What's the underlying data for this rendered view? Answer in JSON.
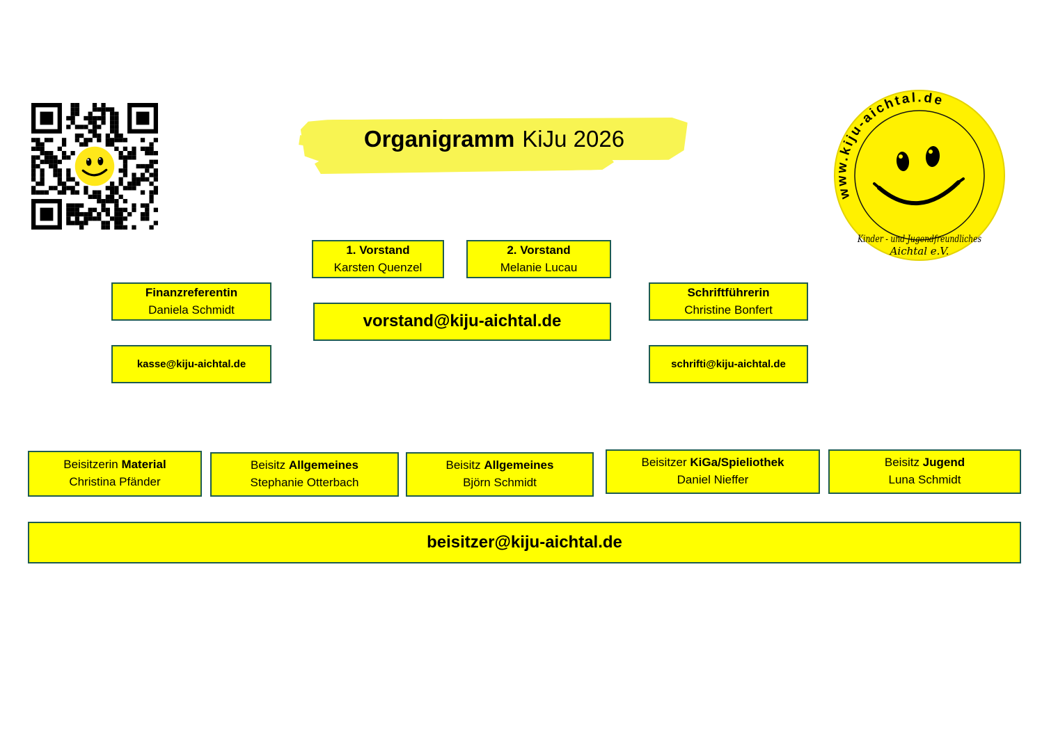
{
  "title": {
    "bold": "Organigramm",
    "regular": "KiJu 2026"
  },
  "logo": {
    "url": "www.kiju-aichtal.de",
    "org_line1": "Kinder - und Jugendfreundliches",
    "org_line2": "Aichtal e.V."
  },
  "icons": {
    "qr": "qr-code",
    "smiley": "smiley-face-icon"
  },
  "boxes": {
    "vorstand1": {
      "title": "1. Vorstand",
      "name": "Karsten Quenzel"
    },
    "vorstand2": {
      "title": "2. Vorstand",
      "name": "Melanie Lucau"
    },
    "finanzreferentin": {
      "title": "Finanzreferentin",
      "name": "Daniela Schmidt"
    },
    "schriftfuehrerin": {
      "title": "Schriftführerin",
      "name": "Christine Bonfert"
    },
    "vorstand_email": "vorstand@kiju-aichtal.de",
    "kasse_email": "kasse@kiju-aichtal.de",
    "schrifti_email": "schrifti@kiju-aichtal.de",
    "beisitzer_email": "beisitzer@kiju-aichtal.de",
    "beisitzer": [
      {
        "prefix": "Beisitzerin ",
        "bold": "Material",
        "name": "Christina Pfänder"
      },
      {
        "prefix": "Beisitz ",
        "bold": "Allgemeines",
        "name": "Stephanie Otterbach"
      },
      {
        "prefix": "Beisitz ",
        "bold": "Allgemeines",
        "name": "Björn Schmidt"
      },
      {
        "prefix": "Beisitzer ",
        "bold": "KiGa/Spieliothek",
        "name": "Daniel Nieffer"
      },
      {
        "prefix": "Beisitz ",
        "bold": "Jugend",
        "name": "Luna Schmidt"
      }
    ]
  },
  "colors": {
    "box_fill": "#FFFF00",
    "box_border": "#1E5C50",
    "highlight": "#F8F452"
  }
}
